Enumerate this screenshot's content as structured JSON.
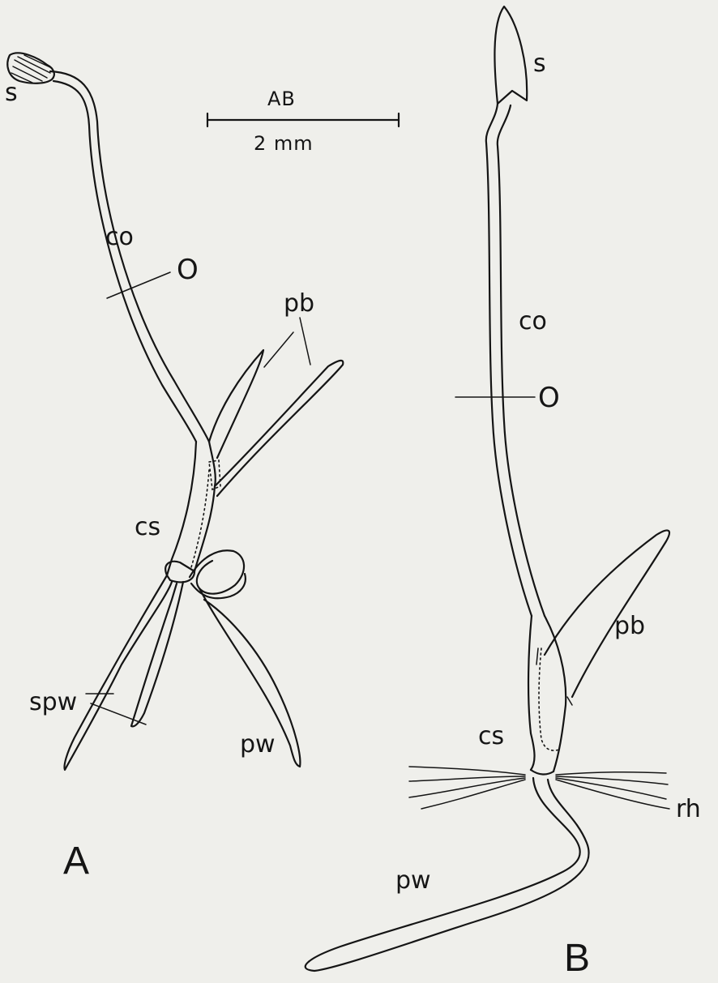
{
  "scale_bar": {
    "label_top": "AB",
    "label_bottom": "2 mm"
  },
  "panel_a": {
    "panel_label": "A",
    "labels": {
      "s": "s",
      "co": "co",
      "o": "O",
      "pb": "pb",
      "cs": "cs",
      "spw": "spw",
      "pw": "pw"
    }
  },
  "panel_b": {
    "panel_label": "B",
    "labels": {
      "s": "s",
      "co": "co",
      "o": "O",
      "pb": "pb",
      "cs": "cs",
      "rh": "rh",
      "pw": "pw"
    }
  }
}
